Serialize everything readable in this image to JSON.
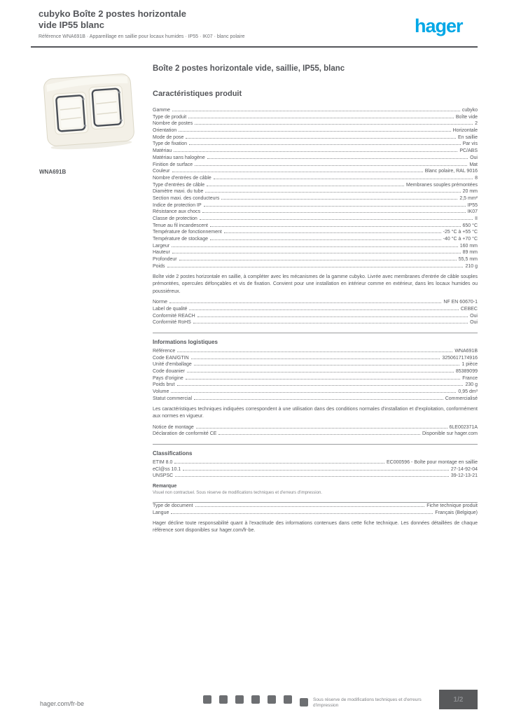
{
  "colors": {
    "accent_logo": "#00a7e6",
    "text_gray": "#54565a",
    "light_gray": "#808285",
    "page_box_bg": "#58595b"
  },
  "header": {
    "title_line1": "cubyko Boîte 2 postes horizontale",
    "title_line2": "vide IP55 blanc",
    "subtitle": "Référence WNA691B · Appareillage en saillie pour locaux humides · IP55 · IK07 · blanc polaire",
    "logo_text": "hager"
  },
  "product": {
    "reference": "WNA691B"
  },
  "main": {
    "title": "Boîte 2 postes horizontale vide, saillie, IP55, blanc",
    "subheading": "Caractéristiques produit",
    "sections": [
      {
        "rule": false,
        "heading": null,
        "rows": [
          {
            "label": "Gamme",
            "value": "cubyko"
          },
          {
            "label": "Type de produit",
            "value": "Boîte vide"
          },
          {
            "label": "Nombre de postes",
            "value": "2"
          },
          {
            "label": "Orientation",
            "value": "Horizontale"
          },
          {
            "label": "Mode de pose",
            "value": "En saillie"
          },
          {
            "label": "Type de fixation",
            "value": "Par vis"
          },
          {
            "label": "Matériau",
            "value": "PC/ABS"
          },
          {
            "label": "Matériau sans halogène",
            "value": "Oui"
          },
          {
            "label": "Finition de surface",
            "value": "Mat"
          },
          {
            "label": "Couleur",
            "value": "Blanc polaire, RAL 9016"
          },
          {
            "label": "Nombre d'entrées de câble",
            "value": "8"
          },
          {
            "label": "Type d'entrées de câble",
            "value": "Membranes souples prémontées"
          },
          {
            "label": "Diamètre maxi. du tube",
            "value": "20 mm"
          },
          {
            "label": "Section maxi. des conducteurs",
            "value": "2,5 mm²"
          },
          {
            "label": "Indice de protection IP",
            "value": "IP55"
          },
          {
            "label": "Résistance aux chocs",
            "value": "IK07"
          },
          {
            "label": "Classe de protection",
            "value": "II"
          },
          {
            "label": "Tenue au fil incandescent",
            "value": "650 °C"
          },
          {
            "label": "Température de fonctionnement",
            "value": "-25 °C à +55 °C"
          },
          {
            "label": "Température de stockage",
            "value": "-40 °C à +70 °C"
          },
          {
            "label": "Largeur",
            "value": "160 mm"
          },
          {
            "label": "Hauteur",
            "value": "89 mm"
          },
          {
            "label": "Profondeur",
            "value": "55,5 mm"
          },
          {
            "label": "Poids",
            "value": "210 g"
          }
        ],
        "paragraph": "Boîte vide 2 postes horizontale en saillie, à compléter avec les mécanismes de la gamme cubyko. Livrée avec membranes d'entrée de câble souples prémontées, opercules défonçables et vis de fixation. Convient pour une installation en intérieur comme en extérieur, dans les locaux humides ou poussiéreux.",
        "rows_after": [
          {
            "label": "Norme",
            "value": "NF EN 60670-1"
          },
          {
            "label": "Label de qualité",
            "value": "CEBEC"
          },
          {
            "label": "Conformité REACH",
            "value": "Oui"
          },
          {
            "label": "Conformité RoHS",
            "value": "Oui"
          }
        ]
      },
      {
        "rule": true,
        "heading": "Informations logistiques",
        "rows": [
          {
            "label": "Référence",
            "value": "WNA691B"
          },
          {
            "label": "Code EAN/GTIN",
            "value": "3250617174916"
          },
          {
            "label": "Unité d'emballage",
            "value": "1 pièce"
          },
          {
            "label": "Code douanier",
            "value": "85389099"
          },
          {
            "label": "Pays d'origine",
            "value": "France"
          },
          {
            "label": "Poids brut",
            "value": "230 g"
          },
          {
            "label": "Volume",
            "value": "0,95 dm³"
          },
          {
            "label": "Statut commercial",
            "value": "Commercialisé"
          }
        ],
        "paragraph": "Les caractéristiques techniques indiquées correspondent à une utilisation dans des conditions normales d'installation et d'exploitation, conformément aux normes en vigueur.",
        "rows_after": [
          {
            "label": "Notice de montage",
            "value": "6LE002371A"
          },
          {
            "label": "Déclaration de conformité CE",
            "value": "Disponible sur hager.com"
          }
        ]
      },
      {
        "rule": true,
        "heading": "Classifications",
        "rows": [
          {
            "label": "ETIM 8.0",
            "value": "EC000596 - Boîte pour montage en saillie"
          },
          {
            "label": "eCl@ss 10.1",
            "value": "27-14-92-04"
          },
          {
            "label": "UNSPSC",
            "value": "39-12-13-21"
          }
        ],
        "note_label": "Remarque",
        "note_text": "Visuel non contractuel. Sous réserve de modifications techniques et d'erreurs d'impression."
      },
      {
        "rule": true,
        "heading": null,
        "rows": [
          {
            "label": "Type de document",
            "value": "Fiche technique produit"
          },
          {
            "label": "Langue",
            "value": "Français (Belgique)"
          }
        ],
        "paragraph": "Hager décline toute responsabilité quant à l'exactitude des informations contenues dans cette fiche technique. Les données détaillées de chaque référence sont disponibles sur hager.com/fr-be."
      }
    ]
  },
  "footer": {
    "website": "hager.com/fr-be",
    "icons": [
      "ip55",
      "ik07",
      "ce",
      "class-ii",
      "glow-wire",
      "halogen-free",
      "pefc"
    ],
    "fine_print": "Sous réserve de modifications techniques et d'erreurs d'impression",
    "page_indicator": "1/2"
  }
}
